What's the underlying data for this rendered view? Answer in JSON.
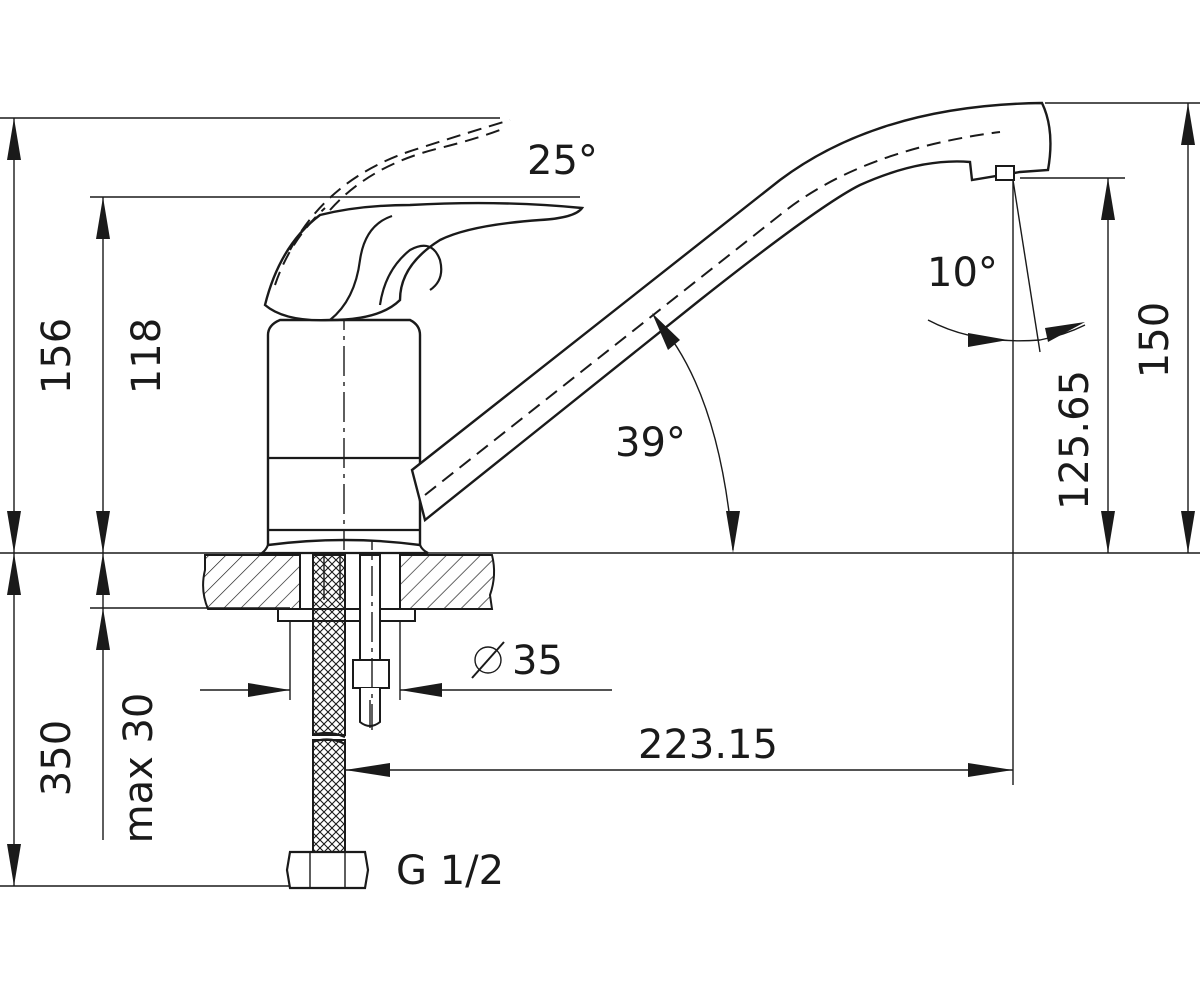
{
  "dimensions": {
    "total_height": "156",
    "body_height": "118",
    "below_height": "350",
    "max_thickness": "max 30",
    "spout_height": "150",
    "outlet_height": "125.65",
    "reach": "223.15",
    "hole_diameter": "35",
    "thread": "G 1/2"
  },
  "angles": {
    "lever": "25°",
    "spout": "39°",
    "outlet": "10°"
  },
  "icons": {
    "diameter": "diameter-symbol"
  }
}
